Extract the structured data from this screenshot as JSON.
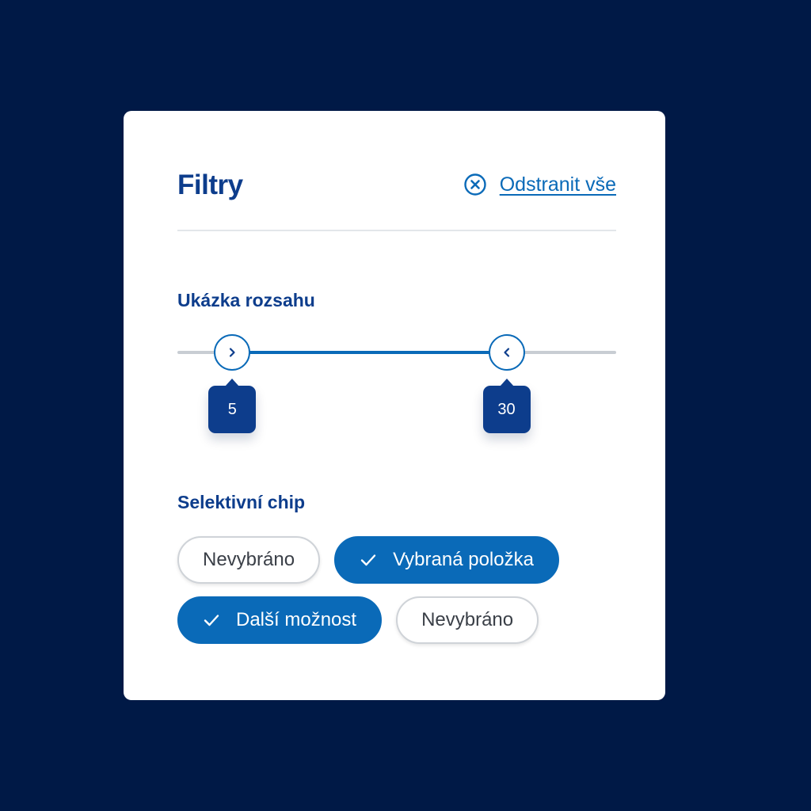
{
  "filters": {
    "title": "Filtry",
    "clear_all_label": "Odstranit vše"
  },
  "range": {
    "label": "Ukázka rozsahu",
    "min": 0,
    "max": 40,
    "low_value": 5,
    "high_value": 30,
    "low_display": "5",
    "high_display": "30"
  },
  "chips": {
    "label": "Selektivní chip",
    "items": [
      {
        "label": "Nevybráno",
        "selected": false
      },
      {
        "label": "Vybraná položka",
        "selected": true
      },
      {
        "label": "Další možnost",
        "selected": true
      },
      {
        "label": "Nevybráno",
        "selected": false
      }
    ]
  },
  "icons": {
    "clear": "close-circle-icon",
    "low_thumb": "chevron-right-icon",
    "high_thumb": "chevron-left-icon",
    "selected_chip": "check-icon"
  },
  "colors": {
    "background": "#001946",
    "panel": "#ffffff",
    "heading": "#0d3d8c",
    "accent": "#0a6ab8",
    "bubble": "#0d3d8c",
    "track": "#c8cdd3"
  }
}
